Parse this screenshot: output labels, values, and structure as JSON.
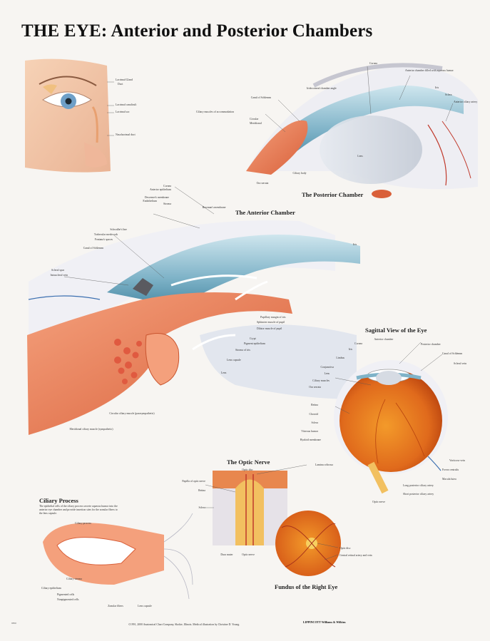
{
  "title": "THE EYE: Anterior and Posterior Chambers",
  "sections": {
    "posterior": "The Posterior Chamber",
    "anterior": "The Anterior Chamber",
    "sagittal": "Sagittal View of the Eye",
    "optic": "The Optic Nerve",
    "ciliary": "Ciliary Process",
    "fundus": "Fundus of the Right Eye"
  },
  "labels": {
    "face": [
      "Lacrimal Gland",
      "Duct",
      "Lacrimal canaliculi",
      "Lacrimal sac",
      "Nasolacrimal duct"
    ],
    "posterior": [
      "Cornea",
      "Anterior chamber filled with aqueous humor",
      "Iris",
      "Sclera",
      "Anterior ciliary artery",
      "Canal of Schlemm",
      "Ciliary muscles of accommodation",
      "Circular",
      "Meridional",
      "Iridocorneal chamber angle",
      "Lens",
      "Ciliary body",
      "Ora serrata"
    ],
    "anterior": [
      "Cornea",
      "Anterior epithelium",
      "Bowman's membrane",
      "Stroma",
      "Descemet's membrane",
      "Endothelium",
      "Schwalbe's line",
      "Trabecular meshwork",
      "Fontana's spaces",
      "Canal of Schlemm",
      "Scleral spur",
      "Intrascleral vein",
      "Iris",
      "Pupillary margin of iris",
      "Sphincter muscle of pupil",
      "Dilator muscle of pupil",
      "Crypt",
      "Pigment epithelium",
      "Stroma of iris",
      "Lens capsule",
      "Lens",
      "Circular ciliary muscle (parasympathetic)",
      "Meridional ciliary muscle (sympathetic)"
    ],
    "sagittal": [
      "Anterior chamber",
      "Cornea",
      "Posterior chamber",
      "Iris",
      "Canal of Schlemm",
      "Limbus",
      "Scleral vein",
      "Conjunctiva",
      "Lens",
      "Ciliary muscles",
      "Ora serrata",
      "Retina",
      "Choroid",
      "Sclera",
      "Vitreous humor",
      "Hyaloid membrane",
      "Vorticose vein",
      "Fovea centralis",
      "Macula lutea",
      "Long posterior ciliary artery",
      "Short posterior ciliary artery",
      "Optic nerve"
    ],
    "optic": [
      "Optic disc",
      "Papilla of optic nerve",
      "Retina",
      "Lamina cribrosa",
      "Sclera",
      "Dura mater",
      "Optic nerve"
    ],
    "fundus": [
      "Optic disc",
      "Central retinal artery and vein"
    ],
    "ciliary": [
      "Ciliary process",
      "Ciliary stroma",
      "Ciliary epithelium",
      "Pigmented cells",
      "Nonpigmented cells",
      "Zonular fibers",
      "Lens capsule"
    ]
  },
  "ciliary_note": "The epithelial cells of the ciliary process secrete aqueous humor into the anterior eye chamber and provide insertion sites for the zonular fibers to the lens capsule.",
  "footer": {
    "code": "9850",
    "credit": "©1991, 2000 Anatomical Chart Company, Skokie, Illinois. Medical illustration by Christine D. Young.",
    "publisher": "LIPPINCOTT Williams & Wilkins"
  },
  "colors": {
    "muscle": "#e8774e",
    "iris": "#7fb3c8",
    "sclera": "#f2f2f6",
    "retina": "#e06a1c",
    "vessel": "#c0392b"
  }
}
